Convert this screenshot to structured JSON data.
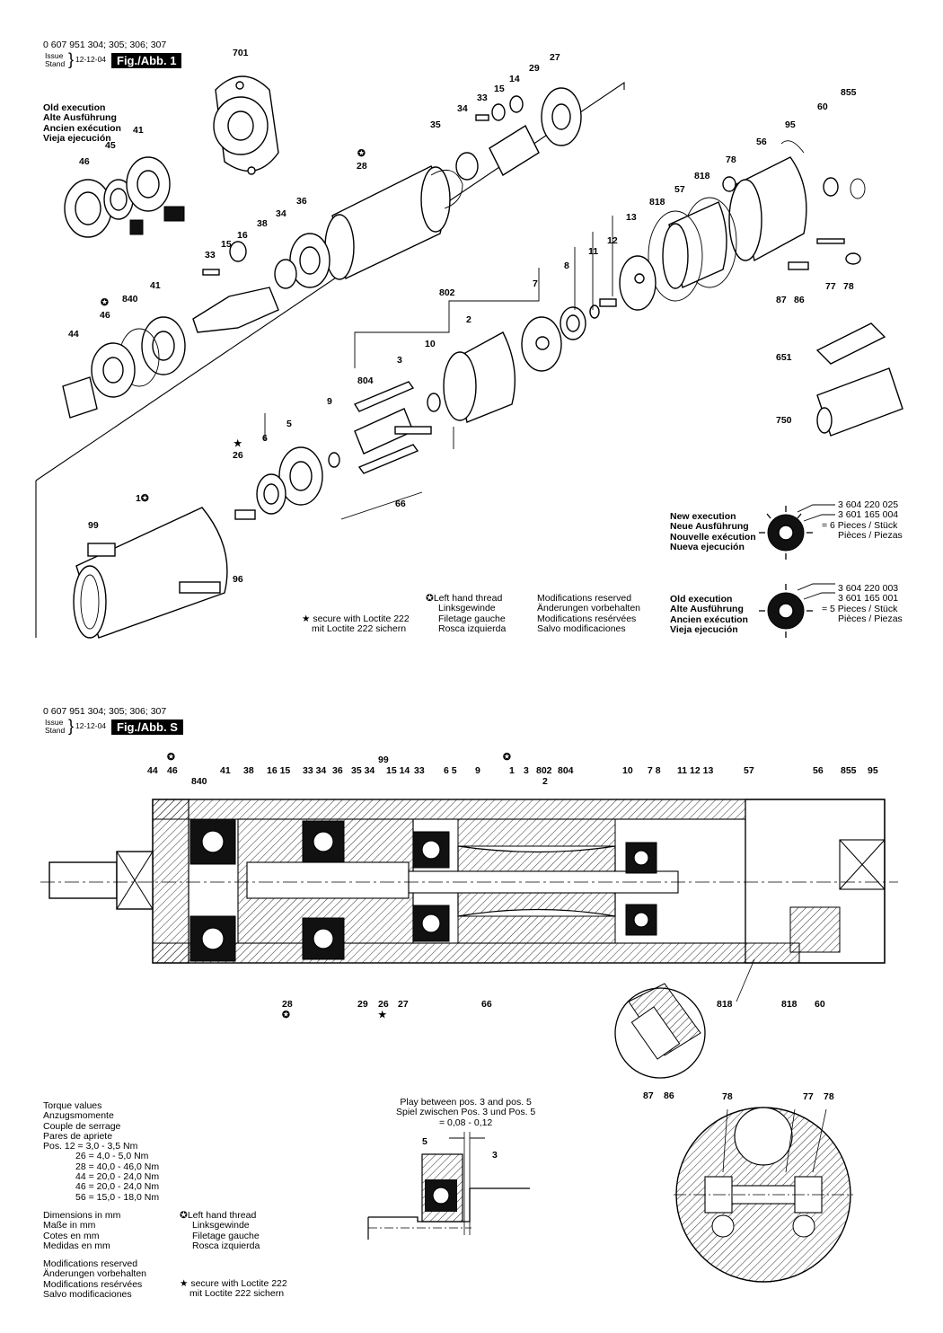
{
  "header1": {
    "part_numbers": "0 607 951 304; 305; 306; 307",
    "issue_label_1": "Issue",
    "issue_label_2": "Stand",
    "issue_date": "12-12-04",
    "fig_tag": "Fig./Abb. 1"
  },
  "header2": {
    "part_numbers": "0 607 951 304; 305; 306; 307",
    "issue_label_1": "Issue",
    "issue_label_2": "Stand",
    "issue_date": "12-12-04",
    "fig_tag": "Fig./Abb. S"
  },
  "old_execution_top": [
    "Old execution",
    "Alte Ausführung",
    "Ancien exécution",
    "Vieja ejecución"
  ],
  "fig1_labels": {
    "p701": "701",
    "p27": "27",
    "p29": "29",
    "p14": "14",
    "p15a": "15",
    "p33a": "33",
    "p34a": "34",
    "p35": "35",
    "p28": "28",
    "p855": "855",
    "p60": "60",
    "p95": "95",
    "p56": "56",
    "p78a": "78",
    "p818a": "818",
    "p57": "57",
    "p818b": "818",
    "p13": "13",
    "p12": "12",
    "p11": "11",
    "p8": "8",
    "p7": "7",
    "p802": "802",
    "p2": "2",
    "p10": "10",
    "p3": "3",
    "p804": "804",
    "p9": "9",
    "p5": "5",
    "p6": "6",
    "p26": "26",
    "p66": "66",
    "p1": "1",
    "p99": "99",
    "p96": "96",
    "p651": "651",
    "p750": "750",
    "p87": "87",
    "p86": "86",
    "p77": "77",
    "p78b": "78",
    "p46a": "46",
    "p45": "45",
    "p41a": "41",
    "p36": "36",
    "p34b": "34",
    "p38": "38",
    "p16": "16",
    "p15b": "15",
    "p33b": "33",
    "p41b": "41",
    "p840": "840",
    "p46b": "46",
    "p44": "44"
  },
  "new_execution": {
    "lines": [
      "New execution",
      "Neue Ausführung",
      "Nouvelle exécution",
      "Nueva ejecución"
    ],
    "part_a": "3 604 220 025",
    "part_b": "3 601 165 004",
    "pieces": "= 6 Pieces / Stück",
    "pieces2": "Pièces / Piezas"
  },
  "old_execution": {
    "lines": [
      "Old execution",
      "Alte Ausführung",
      "Ancien exécution",
      "Vieja ejecución"
    ],
    "part_a": "3 604 220 003",
    "part_b": "3 601 165 001",
    "pieces": "= 5 Pieces / Stück",
    "pieces2": "Pièces / Piezas"
  },
  "legend_left_thread": [
    "Left hand thread",
    "Linksgewinde",
    "Filetage gauche",
    "Rosca izquierda"
  ],
  "legend_mods": [
    "Modifications reserved",
    "Änderungen vorbehalten",
    "Modifications resérvées",
    "Salvo modificaciones"
  ],
  "legend_loctite": [
    "secure with Loctite 222",
    "mit Loctite 222 sichern"
  ],
  "section_top_labels": [
    {
      "t": "44"
    },
    {
      "t": "46"
    },
    {
      "t": "840"
    },
    {
      "t": "41"
    },
    {
      "t": "38"
    },
    {
      "t": "16 15"
    },
    {
      "t": "33 34"
    },
    {
      "t": "36"
    },
    {
      "t": "35 34"
    },
    {
      "t": "99"
    },
    {
      "t": "15 14"
    },
    {
      "t": "33"
    },
    {
      "t": "6 5"
    },
    {
      "t": "9"
    },
    {
      "t": "1"
    },
    {
      "t": "3"
    },
    {
      "t": "802"
    },
    {
      "t": "804"
    },
    {
      "t": "2"
    },
    {
      "t": "10"
    },
    {
      "t": "7 8"
    },
    {
      "t": "11 12 13"
    },
    {
      "t": "57"
    },
    {
      "t": "56"
    },
    {
      "t": "855"
    },
    {
      "t": "95"
    }
  ],
  "section_bottom_labels": [
    {
      "t": "28"
    },
    {
      "t": "29"
    },
    {
      "t": "26"
    },
    {
      "t": "27"
    },
    {
      "t": "66"
    },
    {
      "t": "818"
    },
    {
      "t": "818"
    },
    {
      "t": "60"
    },
    {
      "t": "87"
    },
    {
      "t": "86"
    }
  ],
  "torque": {
    "title": [
      "Torque values",
      "Anzugsmomente",
      "Couple de serrage",
      "Pares de apriete"
    ],
    "rows": [
      "Pos. 12 =   3,0 -   3,5 Nm",
      "26 =   4,0 -   5,0 Nm",
      "28 = 40,0 - 46,0 Nm",
      "44 = 20,0 - 24,0 Nm",
      "46 = 20,0 - 24,0 Nm",
      "56 = 15,0 - 18,0 Nm"
    ]
  },
  "dimensions": [
    "Dimensions in mm",
    "Maße in mm",
    "Cotes en mm",
    "Medidas en mm"
  ],
  "mods_bottom": [
    "Modifications reserved",
    "Änderungen vorbehalten",
    "Modifications resérvées",
    "Salvo modificaciones"
  ],
  "play": {
    "line1": "Play between pos. 3 and pos. 5",
    "line2": "Spiel zwischen Pos. 3 und Pos. 5",
    "value": "= 0,08 - 0,12",
    "p5": "5",
    "p3": "3"
  },
  "detail_labels": {
    "p78a": "78",
    "p77": "77",
    "p78b": "78"
  }
}
